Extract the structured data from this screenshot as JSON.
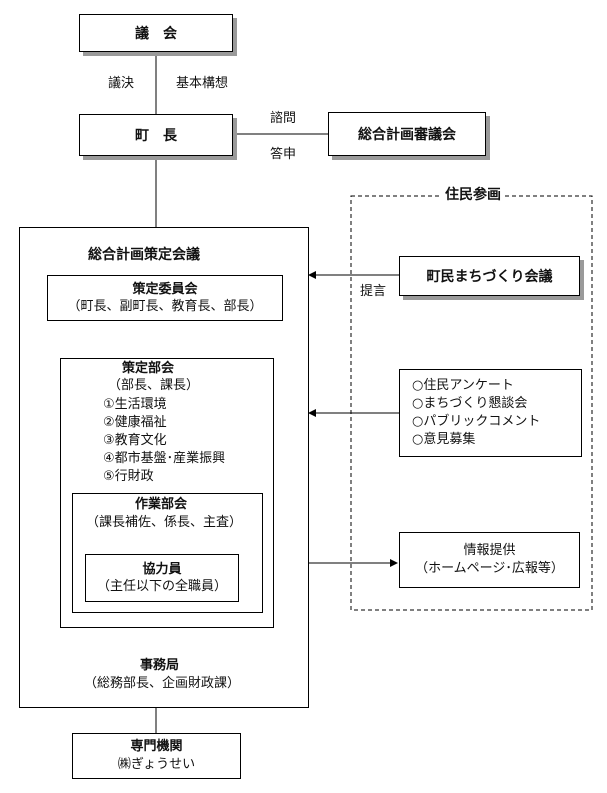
{
  "council": "議　会",
  "vote_label": "議決",
  "basic_plan_label": "基本構想",
  "mayor": "町　長",
  "inquiry_label": "諮問",
  "report_label": "答申",
  "review_council": "総合計画審議会",
  "residents_participation": "住民参画",
  "strategy_meeting": "総合計画策定会議",
  "committee": {
    "title": "策定委員会",
    "sub": "（町長、副町長、教育長、部長）"
  },
  "proposal_label": "提言",
  "town_meeting": "町民まちづくり会議",
  "subcommittee": {
    "title": "策定部会",
    "sub": "（部長、課長）",
    "items": [
      "①生活環境",
      "②健康福祉",
      "③教育文化",
      "④都市基盤･産業振興",
      "⑤行財政"
    ]
  },
  "participation_list": [
    "○住民アンケート",
    "○まちづくり懇談会",
    "○パブリックコメント",
    "○意見募集"
  ],
  "working_group": {
    "title": "作業部会",
    "sub": "（課長補佐、係長、主査）"
  },
  "cooperators": {
    "title": "協力員",
    "sub": "（主任以下の全職員）"
  },
  "info": {
    "title": "情報提供",
    "sub": "（ホームページ･広報等）"
  },
  "secretariat": {
    "title": "事務局",
    "sub": "（総務部長、企画財政課）"
  },
  "expert": {
    "title": "専門機関",
    "sub": "㈱ぎょうせい"
  }
}
